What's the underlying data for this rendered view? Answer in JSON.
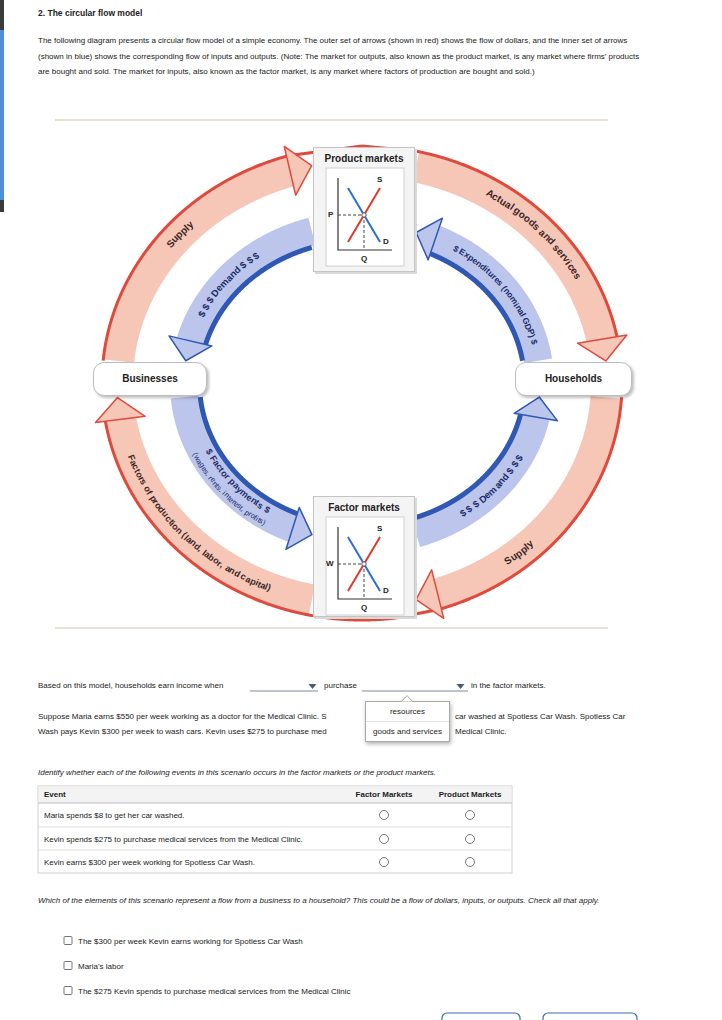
{
  "diagram": {
    "title": "2. The circular flow model",
    "nodes": [
      {
        "text": [
          "Product markets"
        ]
      },
      {
        "text": [
          "Businesses"
        ]
      },
      {
        "text": [
          "Households"
        ]
      },
      {
        "text": [
          "Factor markets"
        ]
      },
      {
        "text": [
          "resources",
          "goods and services"
        ]
      }
    ],
    "edges": [
      {
        "from": 1,
        "to": 0,
        "label": "Supply",
        "arrow": "to"
      },
      {
        "from": 0,
        "to": 2,
        "label": "Actual goods and services",
        "arrow": "to"
      },
      {
        "from": 2,
        "to": 3,
        "label": "Supply",
        "arrow": "to"
      },
      {
        "from": 3,
        "to": 1,
        "label": "Factors of production (land, labor, and capital)",
        "arrow": "to"
      },
      {
        "from": 0,
        "to": 1,
        "label": "$ $ $ Demand $ $ $",
        "arrow": "to"
      },
      {
        "from": 2,
        "to": 0,
        "label": "$ Expenditures (nominal GDP) $",
        "arrow": "to"
      },
      {
        "from": 1,
        "to": 3,
        "label": "$ Factor payments $",
        "arrow": "to"
      },
      {
        "from": 3,
        "to": 2,
        "label": "$ $ $ Demand $ $ $",
        "arrow": "to"
      }
    ],
    "labels": [
      "The following diagram presents a circular flow model of a simple economy. The outer set of arrows (shown in red) shows the flow of dollars, and the inner set of arrows (shown in blue) shows the corresponding flow of inputs and outputs. (Note: The market for outputs, also known as the product market, is any market where firms' products are bought and sold. The market for inputs, also known as the factor market, is any market where factors of production are bought and sold.)",
      "S",
      "D",
      "P",
      "Q",
      "S",
      "D",
      "W",
      "Q",
      "(wages, rents, interest, profits)",
      "Based on this model, households earn income when",
      "purchase",
      "in the factor markets.",
      "Suppose Maria earns $550 per week working as a doctor for the Medical Clinic. S",
      "car washed at Spotless Car Wash. Spotless Car",
      "Wash pays Kevin $300 per week to wash cars. Kevin uses $275 to purchase med",
      "Medical Clinic.",
      "Identify whether each of the following events in this scenario occurs in the factor markets or the product markets.",
      "Event",
      "Factor Markets",
      "Product Markets",
      "Maria spends $8 to get her car washed.",
      "Kevin spends $275 to purchase medical services from the Medical Clinic.",
      "Kevin earns $300 per week working for Spotless Car Wash.",
      "Which of the elements of this scenario represent a flow from a business to a household? This could be a flow of dollars, inputs, or outputs. Check all that apply.",
      "The $300 per week Kevin earns working for Spotless Car Wash",
      "Maria's labor",
      "The $275 Kevin spends to purchase medical services from the Medical Clinic"
    ]
  }
}
